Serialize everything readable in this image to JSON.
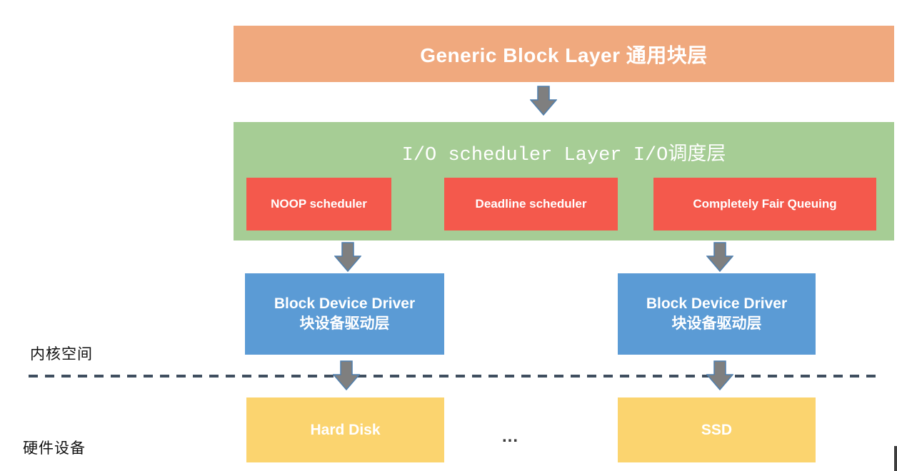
{
  "diagram": {
    "generic_block_layer": {
      "label": "Generic Block Layer 通用块层"
    },
    "io_scheduler_layer": {
      "label": "I/O scheduler Layer I/O调度层",
      "schedulers": [
        {
          "label": "NOOP scheduler"
        },
        {
          "label": "Deadline scheduler"
        },
        {
          "label": "Completely Fair Queuing"
        }
      ]
    },
    "block_device_drivers": [
      {
        "line1": "Block Device Driver",
        "line2": "块设备驱动层"
      },
      {
        "line1": "Block Device Driver",
        "line2": "块设备驱动层"
      }
    ],
    "hardware_devices": [
      {
        "label": "Hard Disk"
      },
      {
        "label": "SSD"
      }
    ],
    "ellipsis": "...",
    "space_labels": {
      "kernel_space": "内核空间",
      "hardware_devices": "硬件设备"
    },
    "colors": {
      "generic_block_layer_bg": "#F0A97E",
      "io_scheduler_layer_bg": "#A6CD95",
      "scheduler_box_bg": "#F4594C",
      "block_device_driver_bg": "#5B9BD5",
      "hardware_box_bg": "#FBD46F",
      "arrow_fill": "#7F7F7F",
      "arrow_outline": "#4F7FAE",
      "divider_dash": "#3F4E5F",
      "box_text": "#FFFFFF",
      "side_label_text": "#111111"
    }
  }
}
